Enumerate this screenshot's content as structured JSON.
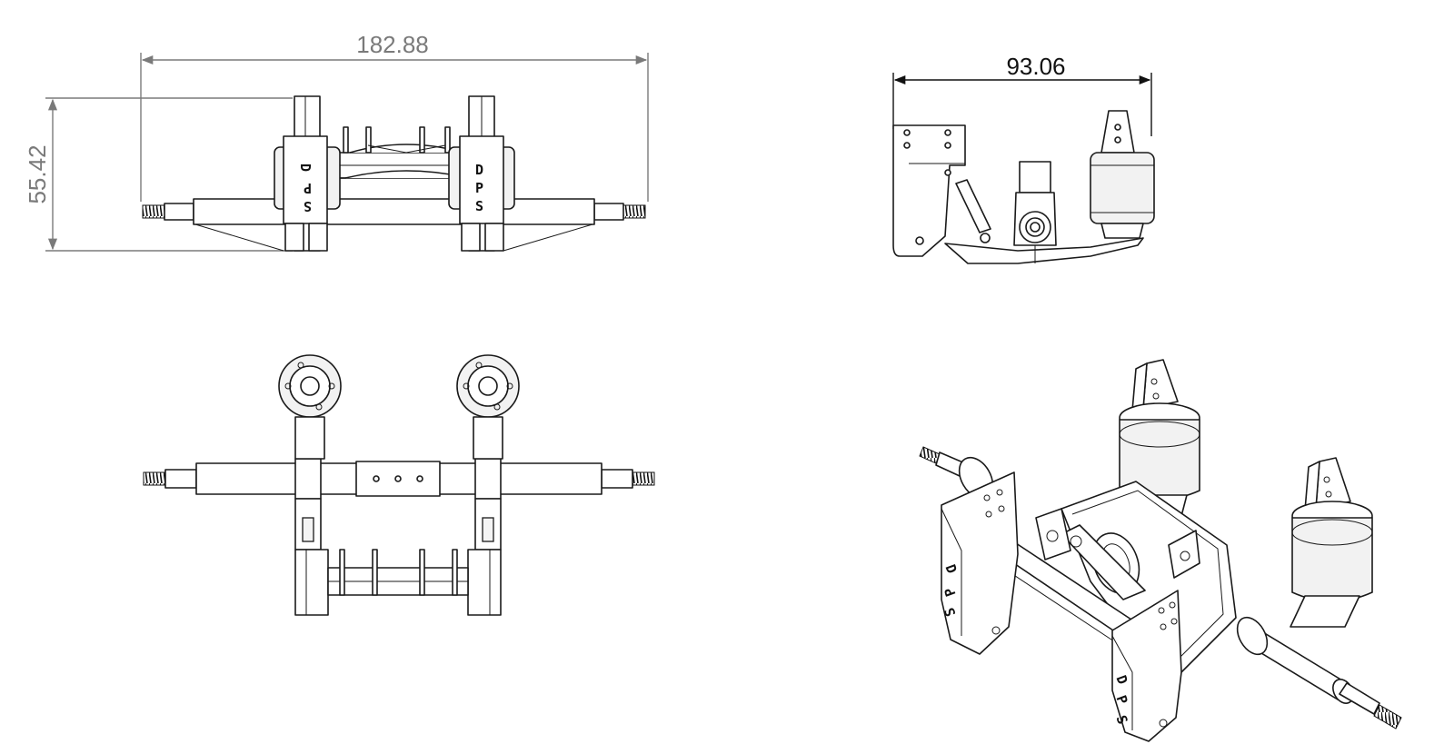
{
  "dimensions": {
    "overall_width": "182.88",
    "overall_height": "55.42",
    "side_width": "93.06"
  },
  "stamp": {
    "letters": [
      "D",
      "P",
      "S"
    ]
  },
  "colors": {
    "line": "#1a1a1a",
    "dimension_grey": "#7a7a7a",
    "background": "#ffffff"
  }
}
